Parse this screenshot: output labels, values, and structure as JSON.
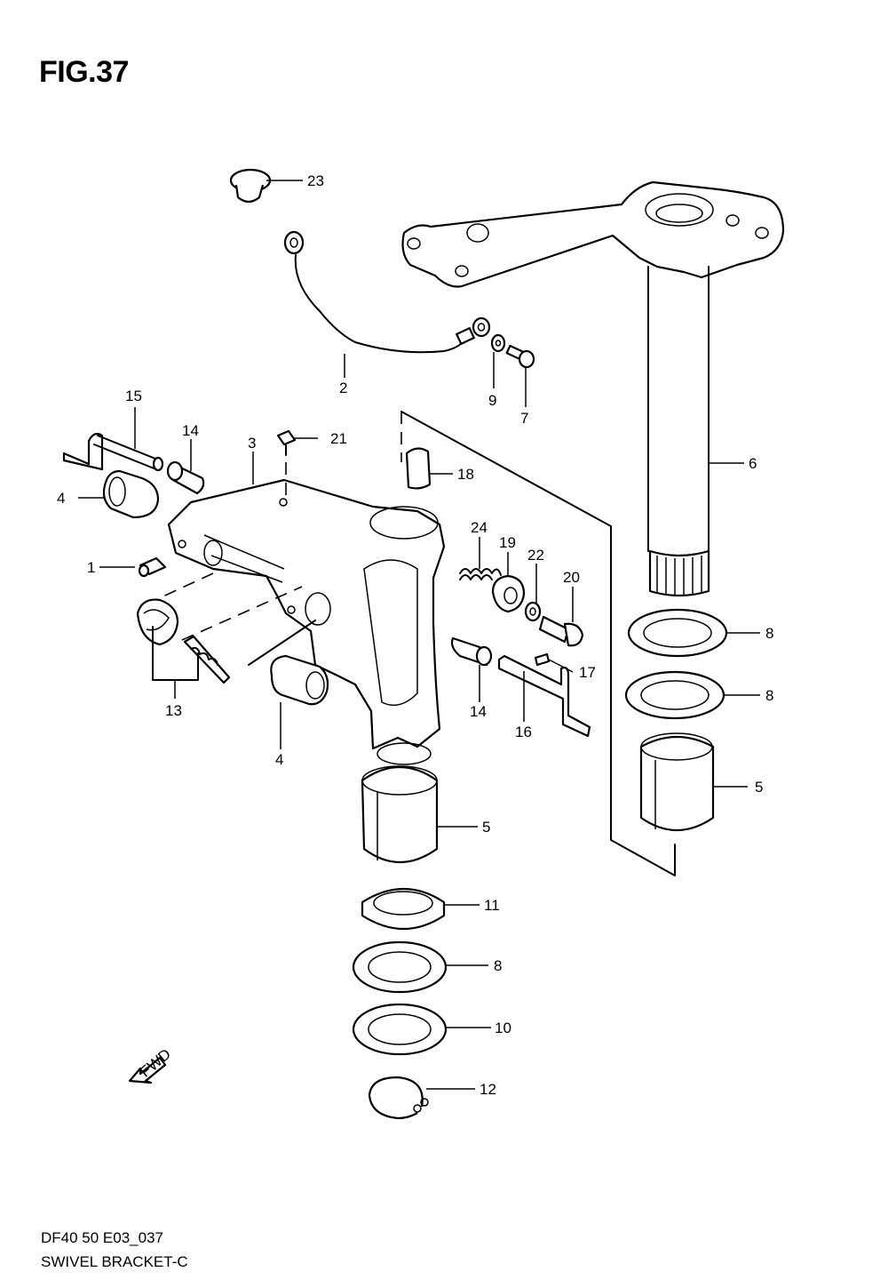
{
  "figure": {
    "title": "FIG.37",
    "code": "DF40 50 E03_037",
    "name": "SWIVEL BRACKET-C",
    "fwd_label": "FWD"
  },
  "callouts": {
    "c1": "1",
    "c2": "2",
    "c3": "3",
    "c4a": "4",
    "c4b": "4",
    "c5a": "5",
    "c5b": "5",
    "c6": "6",
    "c7": "7",
    "c8a": "8",
    "c8b": "8",
    "c8c": "8",
    "c9": "9",
    "c10": "10",
    "c11": "11",
    "c12": "12",
    "c13": "13",
    "c14a": "14",
    "c14b": "14",
    "c15": "15",
    "c16": "16",
    "c17": "17",
    "c18": "18",
    "c19": "19",
    "c20": "20",
    "c21": "21",
    "c22": "22",
    "c23": "23",
    "c24": "24"
  }
}
